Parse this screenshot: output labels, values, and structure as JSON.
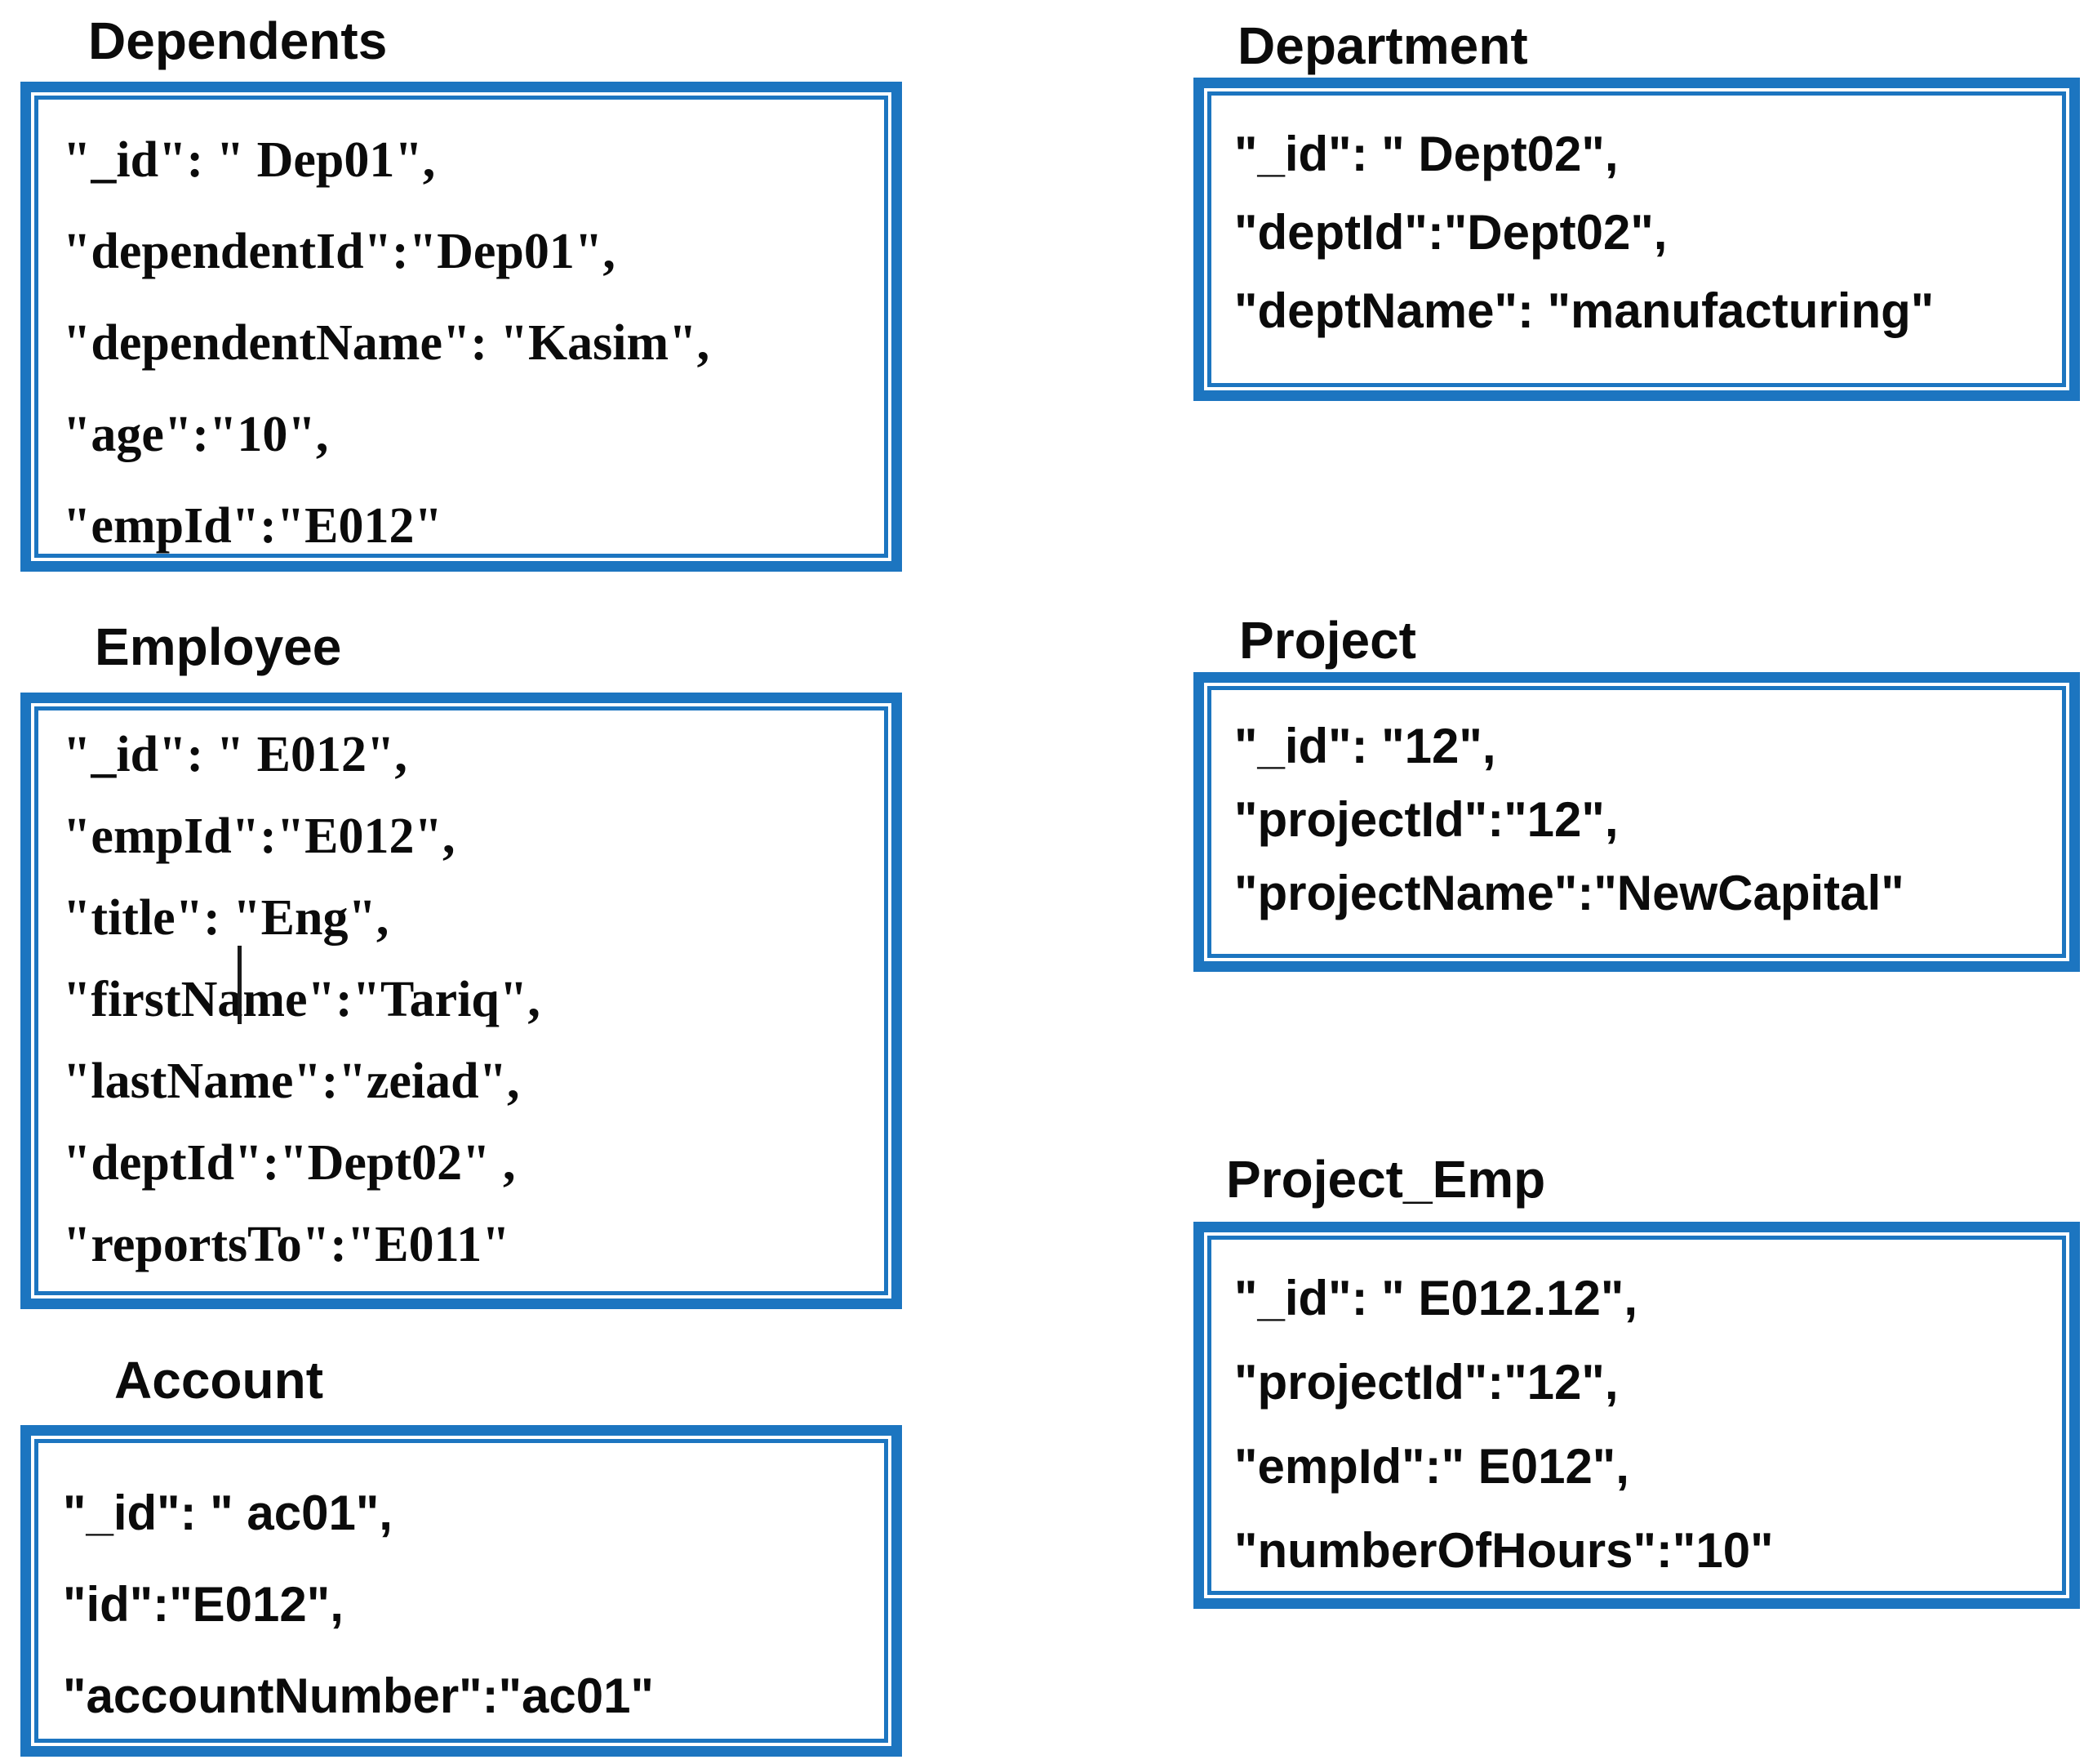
{
  "page": {
    "background": "#ffffff",
    "accent_blue": "#1c75c0",
    "text_color": "#0b0b0b"
  },
  "collections": [
    {
      "title": "Dependents",
      "lines": [
        "\"_id\": \" Dep01\",",
        "\"dependentId\":\"Dep01\",",
        "\"dependentName\": \"Kasim\",",
        "\"age\":\"10\",",
        "\"empId\":\"E012\""
      ]
    },
    {
      "title": "Employee",
      "lines": [
        "\"_id\": \" E012\",",
        "\"empId\":\"E012\",",
        "\"title\": \"Eng\",",
        "\"firstName\":\"Tariq\",",
        "\"lastName\":\"zeiad\",",
        "\"deptId\":\"Dept02\" ,",
        "\"reportsTo\":\"E011\""
      ]
    },
    {
      "title": "Account",
      "lines": [
        "\"_id\": \" ac01\",",
        "\"id\":\"E012\",",
        "\"accountNumber\":\"ac01\""
      ]
    },
    {
      "title": "Department",
      "lines": [
        "\"_id\": \" Dept02\",",
        "\"deptId\":\"Dept02\",",
        "\"deptName\": \"manufacturing\""
      ]
    },
    {
      "title": "Project",
      "lines": [
        "\"_id\": \"12\",",
        "\"projectId\":\"12\",",
        "\"projectName\":\"NewCapital\""
      ]
    },
    {
      "title": "Project_Emp",
      "lines": [
        "\"_id\": \" E012.12\",",
        "\"projectId\":\"12\",",
        "\"empId\":\" E012\",",
        "\"numberOfHours\":\"10\""
      ]
    }
  ]
}
